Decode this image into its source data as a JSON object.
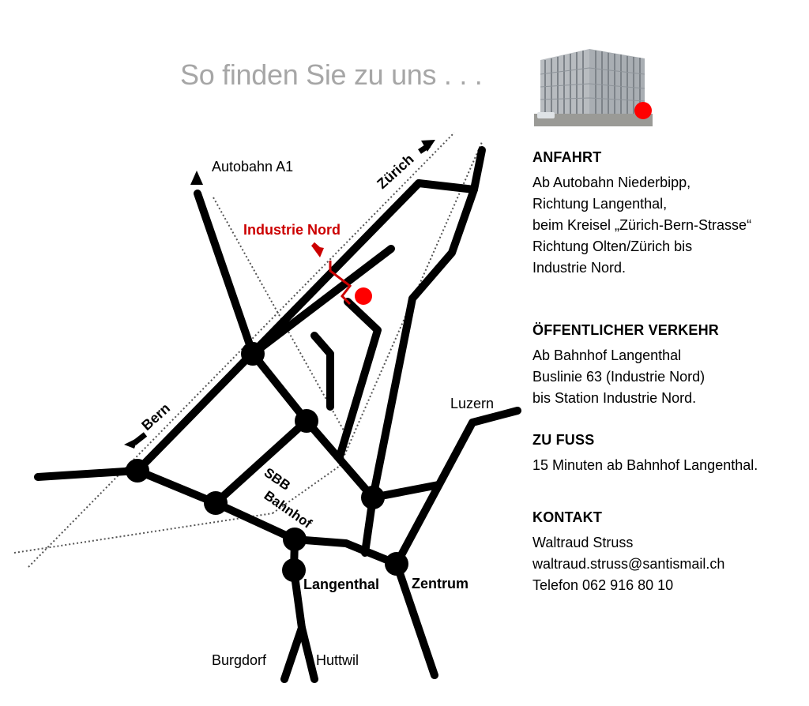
{
  "title": "So finden Sie zu uns . . .",
  "map": {
    "labels": {
      "autobahn": "Autobahn A1",
      "zurich": "Zürich",
      "bern": "Bern",
      "industrie_nord": "Industrie Nord",
      "sbb_line1": "SBB",
      "sbb_line2": "Bahnhof",
      "luzern": "Luzern",
      "langenthal": "Langenthal",
      "zentrum": "Zentrum",
      "burgdorf": "Burgdorf",
      "huttwil": "Huttwil"
    },
    "colors": {
      "road": "#000000",
      "highlight": "#cc0000",
      "marker": "#ff0000",
      "rail": "#555555"
    }
  },
  "sections": {
    "anfahrt": {
      "heading": "ANFAHRT",
      "lines": [
        "Ab Autobahn Niederbipp,",
        "Richtung Langenthal,",
        "beim Kreisel „Zürich-Bern-Strasse“",
        "Richtung Olten/Zürich bis",
        "Industrie Nord."
      ]
    },
    "oev": {
      "heading": "ÖFFENTLICHER VERKEHR",
      "lines": [
        "Ab Bahnhof Langenthal",
        "Buslinie 63 (Industrie Nord)",
        "bis Station Industrie Nord."
      ]
    },
    "fuss": {
      "heading": "ZU FUSS",
      "lines": [
        "15 Minuten ab Bahnhof Langenthal."
      ]
    },
    "kontakt": {
      "heading": "KONTAKT",
      "lines": [
        "Waltraud Struss",
        "waltraud.struss@santismail.ch",
        "Telefon 062 916 80 10"
      ]
    }
  }
}
